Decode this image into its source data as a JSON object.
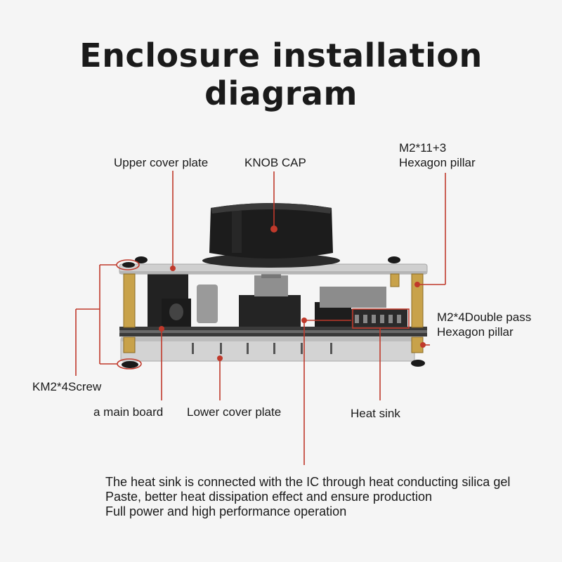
{
  "title": "Enclosure installation diagram",
  "labels": {
    "upper_cover_plate": "Upper cover plate",
    "knob_cap": "KNOB CAP",
    "hex_pillar_size": "M2*11+3",
    "hex_pillar_name": "Hexagon pillar",
    "double_pass_size": "M2*4Double pass",
    "double_pass_name": "Hexagon pillar",
    "screw": "KM2*4Screw",
    "main_board": "a main board",
    "lower_cover_plate": "Lower cover plate",
    "heat_sink": "Heat sink"
  },
  "note_lines": [
    "The heat sink is connected with the IC through heat conducting silica gel",
    "Paste, better heat dissipation effect and ensure production",
    "Full power and high performance operation"
  ],
  "colors": {
    "leader_line": "#c0392b",
    "knob": "#1c1c1c",
    "pcb": "#2b2b2b",
    "acrylic": "#c9c9c9",
    "brass": "#c8a24a"
  }
}
